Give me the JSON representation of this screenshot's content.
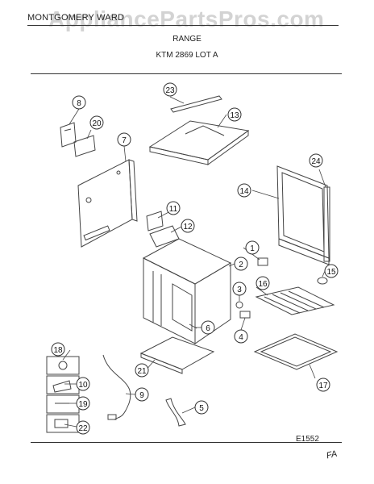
{
  "header": {
    "brand": "MONTGOMERY WARD",
    "product": "RANGE",
    "model": "KTM 2869 LOT A",
    "watermark": "AppliancePartsPros.com"
  },
  "drawing_code": "E1552",
  "handwritten_note": "FA",
  "callouts": [
    {
      "id": "1",
      "label": "1"
    },
    {
      "id": "2",
      "label": "2"
    },
    {
      "id": "3",
      "label": "3"
    },
    {
      "id": "4",
      "label": "4"
    },
    {
      "id": "5",
      "label": "5"
    },
    {
      "id": "6",
      "label": "6"
    },
    {
      "id": "7",
      "label": "7"
    },
    {
      "id": "8",
      "label": "8"
    },
    {
      "id": "9",
      "label": "9"
    },
    {
      "id": "10",
      "label": "10"
    },
    {
      "id": "11",
      "label": "11"
    },
    {
      "id": "12",
      "label": "12"
    },
    {
      "id": "13",
      "label": "13"
    },
    {
      "id": "14",
      "label": "14"
    },
    {
      "id": "15",
      "label": "15"
    },
    {
      "id": "16",
      "label": "16"
    },
    {
      "id": "17",
      "label": "17"
    },
    {
      "id": "18",
      "label": "18"
    },
    {
      "id": "19",
      "label": "19"
    },
    {
      "id": "20",
      "label": "20"
    },
    {
      "id": "21",
      "label": "21"
    },
    {
      "id": "22",
      "label": "22"
    },
    {
      "id": "23",
      "label": "23"
    },
    {
      "id": "24",
      "label": "24"
    }
  ]
}
